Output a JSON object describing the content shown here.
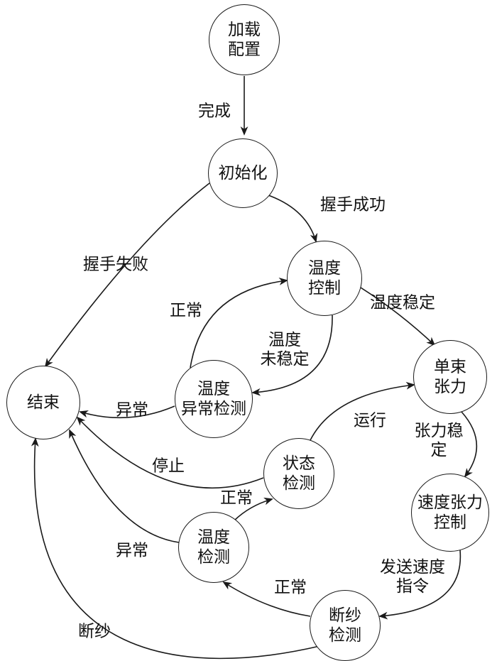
{
  "diagram": {
    "type": "state-machine-flowchart",
    "colors": {
      "stroke": "#1a1a1a",
      "text": "#111111",
      "background": "#ffffff"
    },
    "nodes": {
      "load_config": {
        "label": "加载\n配置"
      },
      "init": {
        "label": "初始化"
      },
      "temp_control": {
        "label": "温度\n控制"
      },
      "single_tension": {
        "label": "单束\n张力"
      },
      "temp_abnormal_detect": {
        "label": "温度\n异常检测"
      },
      "end": {
        "label": "结束"
      },
      "status_detect": {
        "label": "状态\n检测"
      },
      "speed_tension_control": {
        "label": "速度张力\n控制"
      },
      "temp_detect": {
        "label": "温度\n检测"
      },
      "yarn_break_detect": {
        "label": "断纱\n检测"
      }
    },
    "edges": {
      "complete": {
        "label": "完成",
        "from": "load_config",
        "to": "init"
      },
      "handshake_success": {
        "label": "握手成功",
        "from": "init",
        "to": "temp_control"
      },
      "handshake_fail": {
        "label": "握手失败",
        "from": "init",
        "to": "end"
      },
      "temp_stable": {
        "label": "温度稳定",
        "from": "temp_control",
        "to": "single_tension"
      },
      "temp_not_stable": {
        "label": "温度\n未稳定",
        "from": "temp_control",
        "to": "temp_abnormal_detect"
      },
      "abnormal_normal": {
        "label": "正常",
        "from": "temp_abnormal_detect",
        "to": "temp_control"
      },
      "abnormal": {
        "label": "异常",
        "from": "temp_abnormal_detect",
        "to": "end"
      },
      "tension_stable": {
        "label": "张力稳定",
        "from": "single_tension",
        "to": "speed_tension_control"
      },
      "run": {
        "label": "运行",
        "from": "status_detect",
        "to": "single_tension"
      },
      "stop": {
        "label": "停止",
        "from": "status_detect",
        "to": "end"
      },
      "temp_detect_normal": {
        "label": "正常",
        "from": "temp_detect",
        "to": "status_detect"
      },
      "temp_detect_abnormal": {
        "label": "异常",
        "from": "temp_detect",
        "to": "end"
      },
      "send_speed_cmd": {
        "label": "发送速度\n指令",
        "from": "speed_tension_control",
        "to": "yarn_break_detect"
      },
      "yarn_normal": {
        "label": "正常",
        "from": "yarn_break_detect",
        "to": "temp_detect"
      },
      "yarn_break": {
        "label": "断纱",
        "from": "yarn_break_detect",
        "to": "end"
      }
    }
  }
}
